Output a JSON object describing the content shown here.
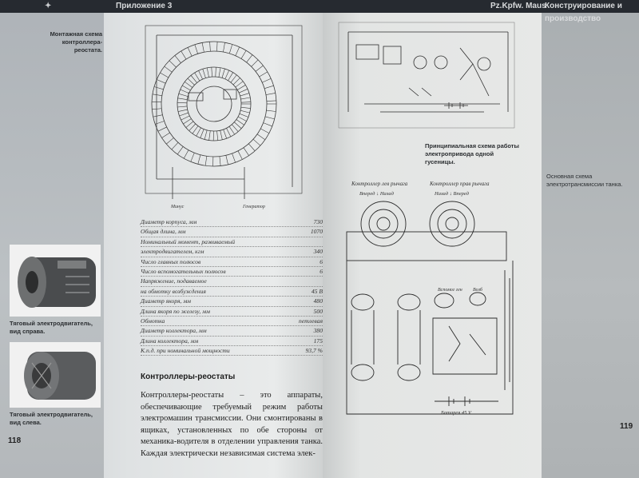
{
  "left_page": {
    "header": "Приложение 3",
    "page_number": "118",
    "diagram_caption": "Монтажная схема контроллера-реостата.",
    "photo1_caption": "Тяговый электродвигатель, вид справа.",
    "photo2_caption": "Тяговый электродвигатель, вид слева.",
    "specs": [
      {
        "label": "Диаметр корпуса, мм",
        "value": "730"
      },
      {
        "label": "Общая длина, мм",
        "value": "1070"
      },
      {
        "label": "Номинальный момент, развиваемый",
        "value": ""
      },
      {
        "label": "электродвигателем, кгм",
        "value": "340"
      },
      {
        "label": "Число главных полюсов",
        "value": "6"
      },
      {
        "label": "Число вспомогательных полюсов",
        "value": "6"
      },
      {
        "label": "Напряжение, подаваемое",
        "value": ""
      },
      {
        "label": "на обмотку возбуждения",
        "value": "45 В"
      },
      {
        "label": "Диаметр якоря, мм",
        "value": "480"
      },
      {
        "label": "Длина якоря по железу, мм",
        "value": "500"
      },
      {
        "label": "Обмотка",
        "value": "петлевая"
      },
      {
        "label": "Диаметр коллектора, мм",
        "value": "380"
      },
      {
        "label": "Длина коллектора, мм",
        "value": "175"
      },
      {
        "label": "К.п.д. при номинальной мощности",
        "value": "93,7 %"
      }
    ],
    "section_heading": "Контроллеры-реостаты",
    "body_text": "Контроллеры-реостаты – это аппараты, обеспечивающие требуемый режим работы электромашин трансмиссии. Они смонтированы в ящиках, установленных по обе стороны от механика-водителя в отделении управления танка. Каждая электрически независимая система элек-"
  },
  "right_page": {
    "header_left": "Pz.Kpfw. Maus",
    "header_right": "Конструирование и производство",
    "page_number": "119",
    "diagram_caption": "Принципиальная схема работы электропривода одной гусеницы.",
    "side_caption": "Основная схема электротрансмиссии танка."
  },
  "diagram_labels": {
    "left_bottom_a": "Минус",
    "left_bottom_b": "Генератор",
    "top_left": "Контроллер лев рычага",
    "top_right": "Контроллер прав рычага",
    "top_dir_left": "Вперед ↓ Назад",
    "top_dir_right": "Назад ↓ Вперед",
    "battery": "Батарея 45 V",
    "aux_gen": "Вспомог ген",
    "exc": "Возб"
  },
  "colors": {
    "header": "#262a30",
    "paper": "#e6e8e8",
    "ink": "#2a2a2a"
  }
}
